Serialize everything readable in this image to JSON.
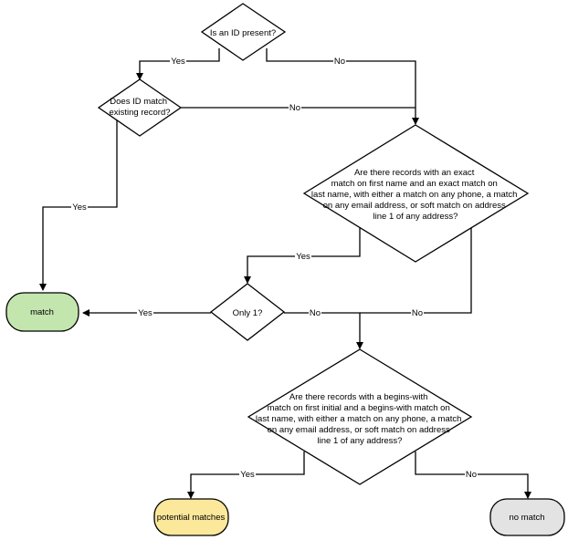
{
  "colors": {
    "match_fill": "#c3e6ae",
    "potential_fill": "#fbe89a",
    "no_match_fill": "#e3e3e3",
    "decision_fill": "#ffffff",
    "stroke": "#000000"
  },
  "nodes": {
    "id_present": {
      "lines": [
        "Is an ID present?"
      ]
    },
    "id_match": {
      "lines": [
        "Does ID match",
        "existing record?"
      ]
    },
    "exact_match": {
      "lines": [
        "Are there records with an exact",
        "match on first name and an exact match on",
        "last name, with either a match on any phone, a match",
        "on any email address, or soft match on address",
        "line 1 of any address?"
      ]
    },
    "only_one": {
      "lines": [
        "Only 1?"
      ]
    },
    "begins_with": {
      "lines": [
        "Are there records with a begins-with",
        "match on first initial and a begins-with match on",
        "last name, with either a match on any phone, a match",
        "on any email address, or soft match on address",
        "line 1 of any address?"
      ]
    },
    "match": {
      "lines": [
        "match"
      ]
    },
    "potential_matches": {
      "lines": [
        "potential matches"
      ]
    },
    "no_match": {
      "lines": [
        "no match"
      ]
    }
  },
  "edges": {
    "id_present_yes": "Yes",
    "id_present_no": "No",
    "id_match_no": "No",
    "id_match_yes": "Yes",
    "exact_yes": "Yes",
    "exact_no": "No",
    "only_one_yes": "Yes",
    "only_one_no": "No",
    "begins_yes": "Yes",
    "begins_no": "No"
  }
}
